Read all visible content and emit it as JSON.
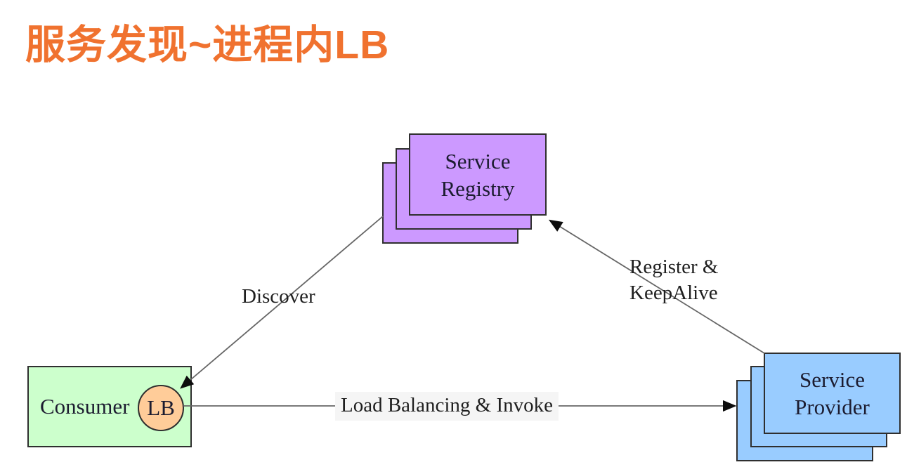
{
  "page": {
    "title": "服务发现~进程内LB",
    "title_color": "#F0722F",
    "background": "#ffffff"
  },
  "nodes": {
    "registry": {
      "label": "Service Registry",
      "fill": "#CC99FF",
      "stacked": true
    },
    "consumer": {
      "label": "Consumer",
      "fill": "#CCFFCC"
    },
    "lb": {
      "label": "LB",
      "fill": "#FFCC99"
    },
    "provider": {
      "label": "Service Provider",
      "fill": "#99CCFF",
      "stacked": true
    }
  },
  "edges": {
    "discover": {
      "label": "Discover",
      "from": "registry",
      "to": "consumer-lb",
      "line_color": "#666666"
    },
    "register": {
      "label": "Register & KeepAlive",
      "from": "provider",
      "to": "registry",
      "line_color": "#666666"
    },
    "invoke": {
      "label": "Load Balancing & Invoke",
      "from": "consumer-lb",
      "to": "provider",
      "line_color": "#666666"
    }
  }
}
